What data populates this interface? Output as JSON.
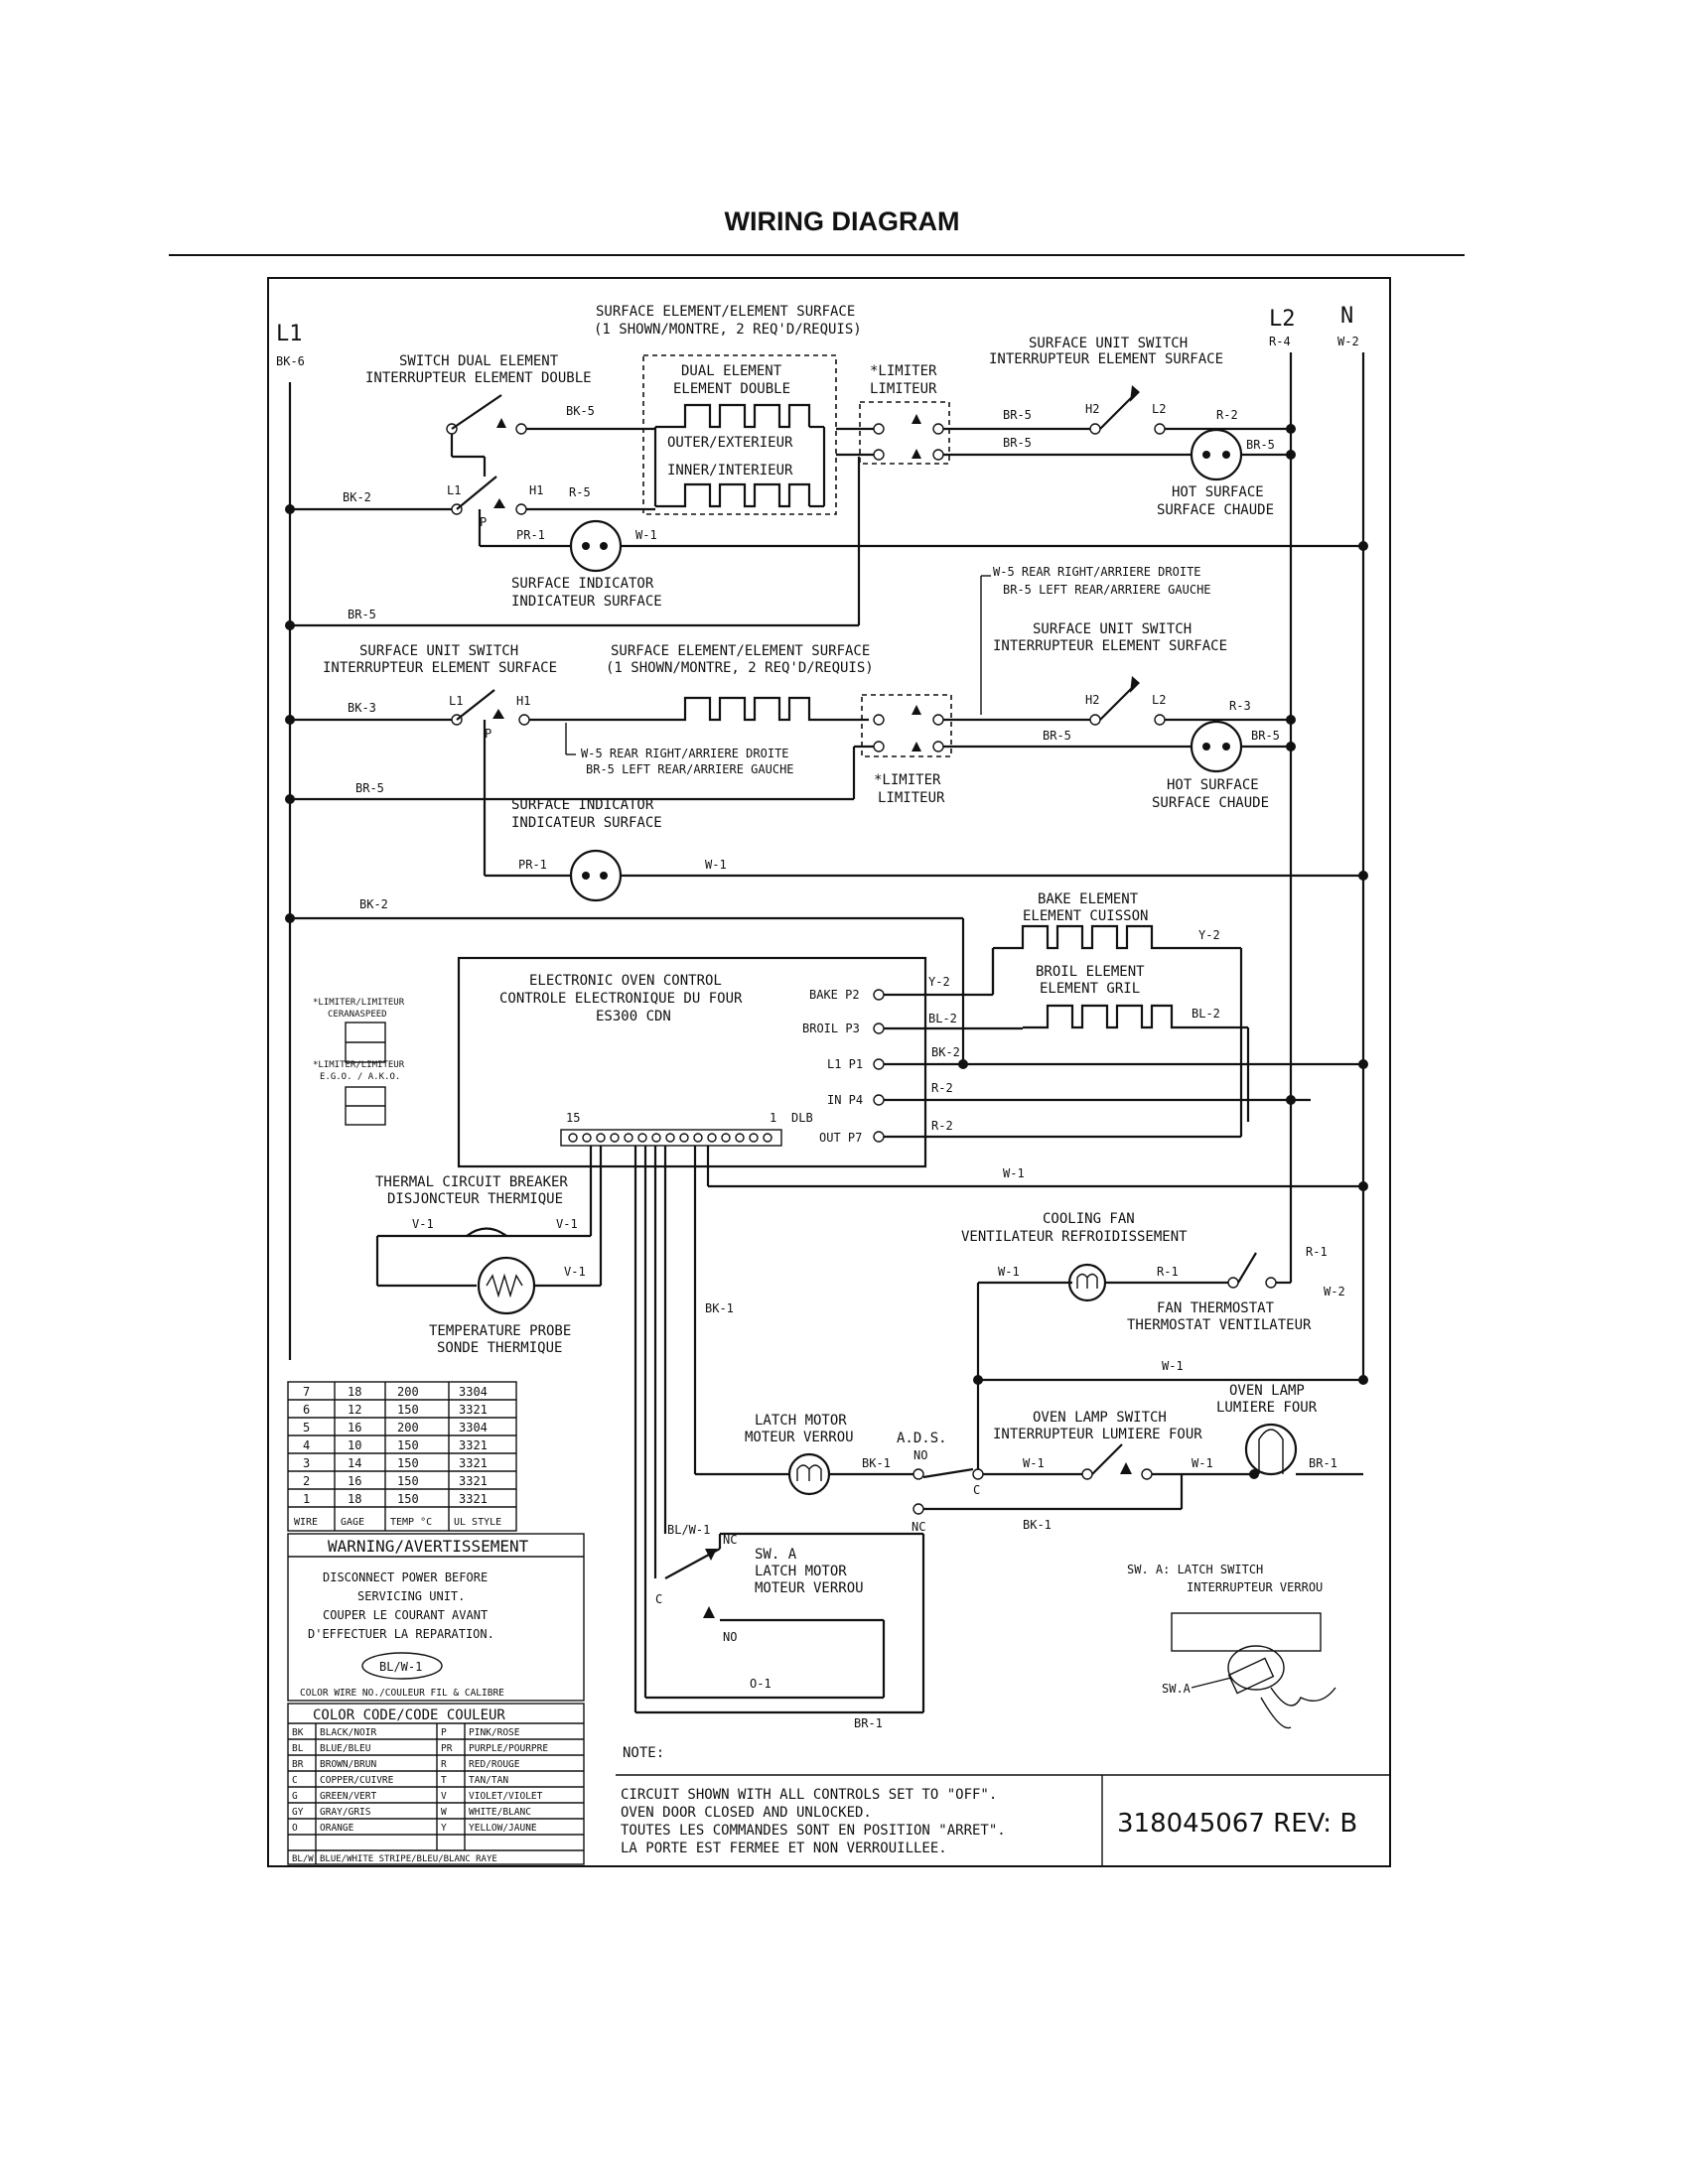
{
  "title": "WIRING DIAGRAM",
  "rails": {
    "l1": "L1",
    "l2": "L2",
    "n": "N",
    "l1_wire": "BK-6",
    "l2_wire": "R-4",
    "n_wire": "W-2"
  },
  "top_section": {
    "element_title_1": "SURFACE ELEMENT/ELEMENT SURFACE",
    "element_title_2": "(1 SHOWN/MONTRE, 2 REQ'D/REQUIS)",
    "dual_switch_1": "SWITCH DUAL ELEMENT",
    "dual_switch_2": "INTERRUPTEUR ELEMENT DOUBLE",
    "dual_element_1": "DUAL ELEMENT",
    "dual_element_2": "ELEMENT DOUBLE",
    "outer": "OUTER/EXTERIEUR",
    "inner": "INNER/INTERIEUR",
    "limiter_1": "*LIMITER",
    "limiter_2": "LIMITEUR",
    "unit_switch_1": "SURFACE UNIT SWITCH",
    "unit_switch_2": "INTERRUPTEUR ELEMENT SURFACE",
    "hot_1": "HOT SURFACE",
    "hot_2": "SURFACE CHAUDE",
    "indicator_1": "SURFACE INDICATOR",
    "indicator_2": "INDICATEUR SURFACE",
    "w_bk5": "BK-5",
    "w_r5": "R-5",
    "w_br5a": "BR-5",
    "w_br5b": "BR-5",
    "w_r2": "R-2",
    "w_bk2": "BK-2",
    "w_pr1": "PR-1",
    "w_w1": "W-1",
    "w_br5c": "BR-5",
    "w_br5d": "BR-5",
    "t_l1": "L1",
    "t_h1": "H1",
    "t_p": "P",
    "t_h2": "H2",
    "t_l2": "L2"
  },
  "mid_section": {
    "note_1": "W-5 REAR RIGHT/ARRIERE DROITE",
    "note_2": "BR-5 LEFT REAR/ARRIERE GAUCHE",
    "unit_switch_r1": "SURFACE UNIT SWITCH",
    "unit_switch_r2": "INTERRUPTEUR ELEMENT SURFACE",
    "unit_switch_l1": "SURFACE UNIT SWITCH",
    "unit_switch_l2": "INTERRUPTEUR ELEMENT SURFACE",
    "element_1": "SURFACE ELEMENT/ELEMENT SURFACE",
    "element_2": "(1 SHOWN/MONTRE, 2 REQ'D/REQUIS)",
    "limiter_1": "*LIMITER",
    "limiter_2": "LIMITEUR",
    "hot_1": "HOT SURFACE",
    "hot_2": "SURFACE CHAUDE",
    "indicator_1": "SURFACE INDICATOR",
    "indicator_2": "INDICATEUR SURFACE",
    "w_bk3": "BK-3",
    "w_br5": "BR-5",
    "w_br5b": "BR-5",
    "w_br5c": "BR-5",
    "w_r3": "R-3",
    "w_pr1": "PR-1",
    "w_w1": "W-1",
    "w_bk2": "BK-2",
    "t_l1": "L1",
    "t_h1": "H1",
    "t_p": "P",
    "t_h2": "H2",
    "t_l2": "L2"
  },
  "oven_section": {
    "bake_1": "BAKE ELEMENT",
    "bake_2": "ELEMENT CUISSON",
    "broil_1": "BROIL ELEMENT",
    "broil_2": "ELEMENT GRIL",
    "control_1": "ELECTRONIC OVEN CONTROL",
    "control_2": "CONTROLE ELECTRONIQUE DU FOUR",
    "control_3": "ES300 CDN",
    "pin_bake": "BAKE P2",
    "pin_broil": "BROIL P3",
    "pin_l1": "L1 P1",
    "pin_in": "IN P4",
    "pin_out": "OUT P7",
    "dlb_15": "15",
    "dlb_1": "1",
    "dlb": "DLB",
    "w_y2a": "Y-2",
    "w_y2b": "Y-2",
    "w_bl2a": "BL-2",
    "w_bl2b": "BL-2",
    "w_bk2": "BK-2",
    "w_r2a": "R-2",
    "w_r2b": "R-2",
    "w_w1": "W-1",
    "lim_cs_1": "*LIMITER/LIMITEUR",
    "lim_cs_2": "CERANASPEED",
    "lim_ego_1": "*LIMITER/LIMITEUR",
    "lim_ego_2": "E.G.O. / A.K.O."
  },
  "lower_section": {
    "breaker_1": "THERMAL CIRCUIT BREAKER",
    "breaker_2": "DISJONCTEUR THERMIQUE",
    "probe_1": "TEMPERATURE PROBE",
    "probe_2": "SONDE THERMIQUE",
    "w_v1a": "V-1",
    "w_v1b": "V-1",
    "w_v1c": "V-1",
    "fan_1": "COOLING FAN",
    "fan_2": "VENTILATEUR REFROIDISSEMENT",
    "fan_thermo_1": "FAN THERMOSTAT",
    "fan_thermo_2": "THERMOSTAT VENTILATEUR",
    "w_w1a": "W-1",
    "w_r1a": "R-1",
    "w_r1b": "R-1",
    "w_w2": "W-2",
    "w_w1b": "W-1",
    "latch_1": "LATCH MOTOR",
    "latch_2": "MOTEUR VERROU",
    "ads": "A.D.S.",
    "no": "NO",
    "c": "C",
    "nc": "NC",
    "lamp_sw_1": "OVEN LAMP SWITCH",
    "lamp_sw_2": "INTERRUPTEUR LUMIERE FOUR",
    "lamp_1": "OVEN LAMP",
    "lamp_2": "LUMIERE FOUR",
    "w_bk1a": "BK-1",
    "w_bk1b": "BK-1",
    "w_bk1c": "BK-1",
    "w_w1c": "W-1",
    "w_w1d": "W-1",
    "w_br1": "BR-1",
    "swa_1": "SW. A",
    "swa_2": "LATCH MOTOR",
    "swa_3": "MOTEUR VERROU",
    "w_blw1": "BL/W-1",
    "swa_nc": "NC",
    "swa_c": "C",
    "swa_no": "NO",
    "w_o1": "O-1",
    "w_br1b": "BR-1",
    "latch_switch_1": "SW. A: LATCH SWITCH",
    "latch_switch_2": "INTERRUPTEUR VERROU",
    "swa_tag": "SW.A"
  },
  "wire_table": {
    "rows": [
      [
        "7",
        "18",
        "200",
        "3304"
      ],
      [
        "6",
        "12",
        "150",
        "3321"
      ],
      [
        "5",
        "16",
        "200",
        "3304"
      ],
      [
        "4",
        "10",
        "150",
        "3321"
      ],
      [
        "3",
        "14",
        "150",
        "3321"
      ],
      [
        "2",
        "16",
        "150",
        "3321"
      ],
      [
        "1",
        "18",
        "150",
        "3321"
      ]
    ],
    "headers": [
      "WIRE",
      "GAGE",
      "TEMP °C",
      "UL STYLE"
    ]
  },
  "warning": {
    "title": "WARNING/AVERTISSEMENT",
    "line_1": "DISCONNECT POWER BEFORE",
    "line_2": "SERVICING UNIT.",
    "line_3": "COUPER LE COURANT AVANT",
    "line_4": "D'EFFECTUER LA REPARATION.",
    "oval": "BL/W-1",
    "caption": "COLOR WIRE NO./COULEUR FIL & CALIBRE"
  },
  "color_code": {
    "title": "COLOR CODE/CODE COULEUR",
    "rows": [
      [
        "BK",
        "BLACK/NOIR",
        "P",
        "PINK/ROSE"
      ],
      [
        "BL",
        "BLUE/BLEU",
        "PR",
        "PURPLE/POURPRE"
      ],
      [
        "BR",
        "BROWN/BRUN",
        "R",
        "RED/ROUGE"
      ],
      [
        "C",
        "COPPER/CUIVRE",
        "T",
        "TAN/TAN"
      ],
      [
        "G",
        "GREEN/VERT",
        "V",
        "VIOLET/VIOLET"
      ],
      [
        "GY",
        "GRAY/GRIS",
        "W",
        "WHITE/BLANC"
      ],
      [
        "O",
        "ORANGE",
        "Y",
        "YELLOW/JAUNE"
      ]
    ],
    "last_row": [
      "BL/W",
      "BLUE/WHITE STRIPE/BLEU/BLANC RAYE"
    ]
  },
  "note": {
    "label": "NOTE:",
    "line_1": "CIRCUIT SHOWN WITH ALL CONTROLS SET TO \"OFF\".",
    "line_2": "OVEN DOOR CLOSED AND UNLOCKED.",
    "line_3": "TOUTES LES COMMANDES SONT EN POSITION \"ARRET\".",
    "line_4": "LA PORTE EST FERMEE ET NON VERROUILLEE."
  },
  "part_number": "318045067 REV: B"
}
